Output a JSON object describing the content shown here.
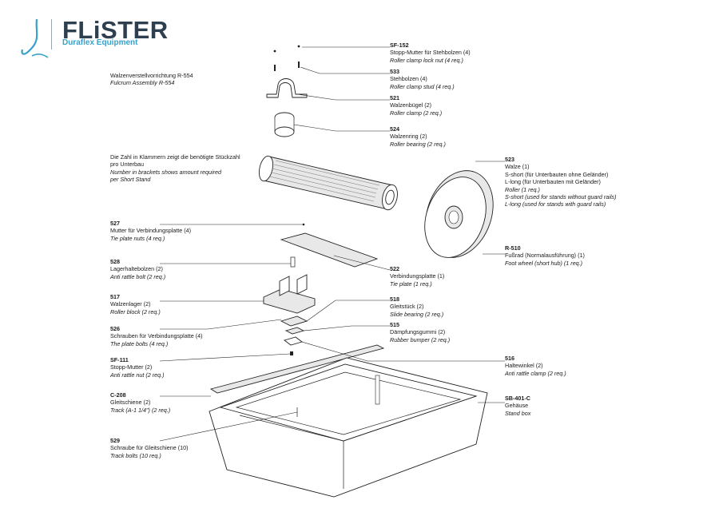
{
  "brand": {
    "name": "FLiSTER",
    "tagline": "Duraflex Equipment",
    "accent": "#3aa1c9",
    "dark": "#2e3f4f"
  },
  "assembly": {
    "de": "Walzenverstellvorrichtung R-554",
    "en": "Fulcrum Assembly R-554"
  },
  "note": {
    "de1": "Die Zahl in Klammern zeigt die benötigte Stückzahl",
    "de2": "pro Unterbau",
    "en1": "Number in brackets shows amount required",
    "en2": "per Short Stand"
  },
  "parts": {
    "sf152": {
      "code": "SF-152",
      "de": "Stopp-Mutter für Stehbolzen (4)",
      "en": "Roller clamp lock nut (4 req.)"
    },
    "p533": {
      "code": "533",
      "de": "Stehbolzen (4)",
      "en": "Roller clamp stud (4 req.)"
    },
    "p521": {
      "code": "521",
      "de": "Walzenbügel (2)",
      "en": "Roller clamp (2 req.)"
    },
    "p524": {
      "code": "524",
      "de": "Walzenring (2)",
      "en": "Roller bearing (2 req.)"
    },
    "p523": {
      "code": "523",
      "de": "Walze (1)",
      "de2": "S-short (für Unterbauten ohne Geländer)",
      "de3": "L-long (für Unterbauten mit Geländer)",
      "en": "Roller (1 req.)",
      "en2": "S-short (used for stands without guard rails)",
      "en3": "L-long (used for stands with guard rails)"
    },
    "p527": {
      "code": "527",
      "de": "Mutter für Verbindungsplatte (4)",
      "en": "Tie plate nuts (4 req.)"
    },
    "r510": {
      "code": "R-510",
      "de": "Fußrad (Normalausführung) (1)",
      "en": "Foot wheel (short hub) (1 req.)"
    },
    "p528": {
      "code": "528",
      "de": "Lagerhaltebolzen (2)",
      "en": "Anti rattle bolt (2 req.)"
    },
    "p522": {
      "code": "522",
      "de": "Verbindungsplatte (1)",
      "en": "Tie plate (1 req.)"
    },
    "p517": {
      "code": "517",
      "de": "Walzenlager (2)",
      "en": "Roller block (2 req.)"
    },
    "p518": {
      "code": "518",
      "de": "Gleitstück (2)",
      "en": "Slide bearing (2 req.)"
    },
    "p526": {
      "code": "526",
      "de": "Schrauben für Verbindungsplatte (4)",
      "en": "The plate bolts (4 req.)"
    },
    "p515": {
      "code": "515",
      "de": "Dämpfungsgummi (2)",
      "en": "Rubber bumper (2 req.)"
    },
    "p516": {
      "code": "516",
      "de": "Haltewinkel (2)",
      "en": "Anti rattle clamp (2 req.)"
    },
    "sf111": {
      "code": "SF-111",
      "de": "Stopp-Mutter (2)",
      "en": "Anti rattle nut (2 req.)"
    },
    "c208": {
      "code": "C-208",
      "de": "Gleitschiene (2)",
      "en": "Track (A-1 1/4\") (2 req.)"
    },
    "sb401c": {
      "code": "SB-401-C",
      "de": "Gehäuse",
      "en": "Stand box"
    },
    "p529": {
      "code": "529",
      "de": "Schraube für Gleitschiene (10)",
      "en": "Track bolts (10 req.)"
    }
  }
}
